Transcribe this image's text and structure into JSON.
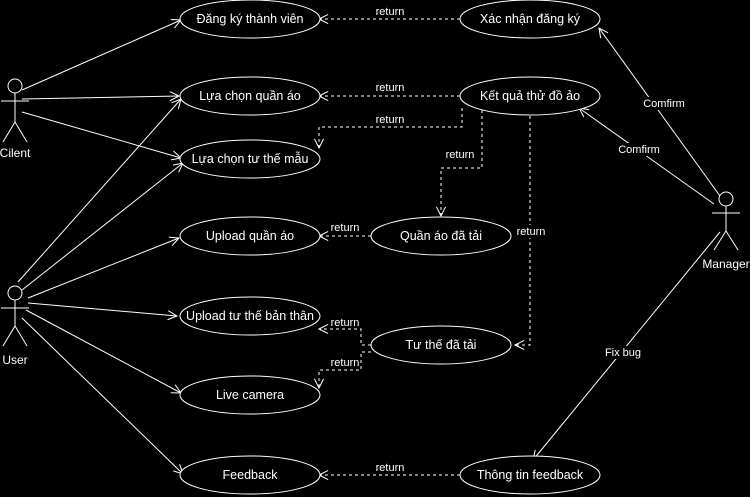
{
  "actors": {
    "client": "Cilent",
    "user": "User",
    "manager": "Manager"
  },
  "usecases": {
    "dang_ky": "Đăng ký thành viên",
    "xac_nhan": "Xác nhận đăng ký",
    "lua_chon_quan_ao": "Lựa chọn quần áo",
    "ket_qua": "Kết quả thử đồ ảo",
    "lua_chon_tu_the": "Lựa chọn tư thế mẫu",
    "upload_quan_ao": "Upload quần áo",
    "quan_ao_da_tai": "Quần áo đã tải",
    "upload_tu_the": "Upload tư thế bản thân",
    "tu_the_da_tai": "Tư thế đã tải",
    "live_camera": "Live camera",
    "feedback": "Feedback",
    "thong_tin_feedback": "Thông tin feedback"
  },
  "edge_labels": {
    "return": "return",
    "confirm_1": "Comfirm",
    "confirm_2": "Comfirm",
    "fix_bug": "Fix  bug"
  },
  "colors": {
    "background": "#000000",
    "stroke": "#ffffff",
    "text": "#ffffff"
  }
}
